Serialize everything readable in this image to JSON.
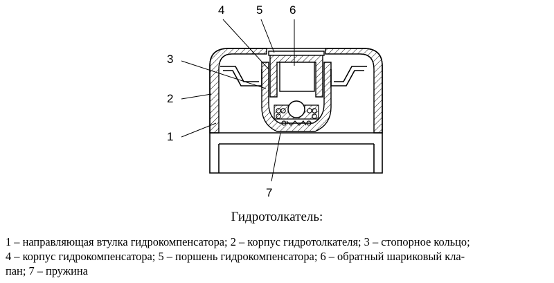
{
  "labels": {
    "l1": "1",
    "l2": "2",
    "l3": "3",
    "l4": "4",
    "l5": "5",
    "l6": "6",
    "l7": "7"
  },
  "caption": {
    "title": "Гидротолкатель:",
    "legend_lines": [
      "1 – направляющая втулка гидрокомпенсатора; 2 – корпус гидротолкателя; 3 – стопорное кольцо;",
      "4 – корпус гидрокомпенсатора; 5 – поршень гидрокомпенсатора; 6 – обратный шариковый кла-",
      "пан; 7 – пружина"
    ]
  }
}
